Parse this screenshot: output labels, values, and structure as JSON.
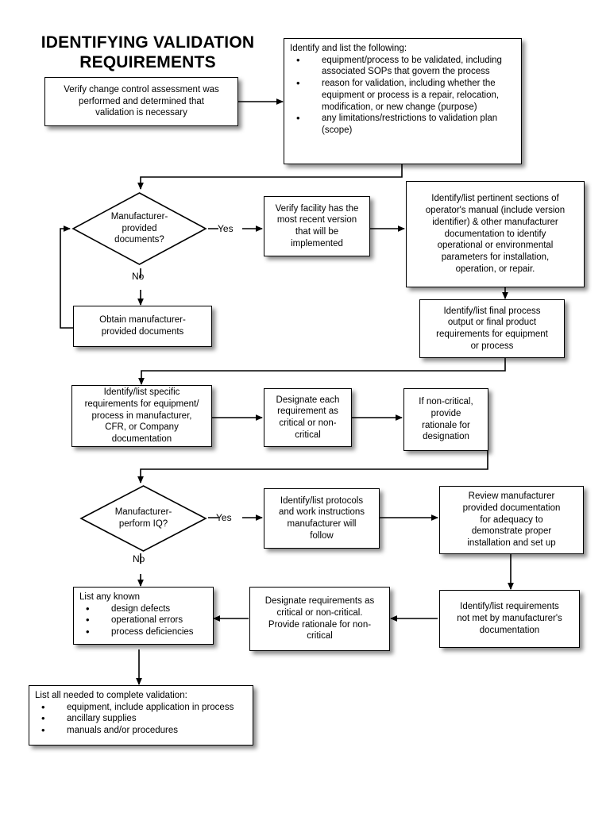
{
  "diagram": {
    "title": "IDENTIFYING VALIDATION\nREQUIREMENTS",
    "type": "flowchart",
    "colors": {
      "stroke": "#000000",
      "fill": "#ffffff",
      "shadow": "rgba(0,0,0,0.45)"
    }
  },
  "nodes": {
    "verify_change_control": "Verify change control assessment was\nperformed and determined that\nvalidation is necessary",
    "identify_and_list": {
      "lead": "Identify and list the following:",
      "bullets": [
        "equipment/process to be validated,\nincluding associated SOPs that govern the\nprocess",
        "reason for validation, including whether the\nequipment or process is a repair,\nrelocation, modification, or new change\n(purpose)",
        "any limitations/restrictions to validation plan\n(scope)"
      ]
    },
    "manufacturer_provided_documents": "Manufacturer-\nprovided\ndocuments?",
    "verify_facility": "Verify facility has the\nmost recent version\nthat will be\nimplemented",
    "identify_pertinent_sections": "Identify/list pertinent sections of\noperator's manual (include version\nidentifier) & other manufacturer\ndocumentation to identify\noperational or environmental\nparameters for installation,\noperation, or repair.",
    "obtain_manufacturer_documents": "Obtain manufacturer-\nprovided documents",
    "identify_final_process": "Identify/list final process\noutput or final product\nrequirements for equipment\nor process",
    "identify_specific_requirements": "Identify/list specific\nrequirements for equipment/\nprocess in manufacturer,\nCFR, or Company\ndocumentation",
    "designate_each_requirement": "Designate each\nrequirement as\ncritical or non-\ncritical",
    "if_non_critical": "If non-critical,\nprovide\nrationale for\ndesignation",
    "manufacturer_perform_iq": "Manufacturer-\nperform IQ?",
    "identify_protocols": "Identify/list protocols\nand work instructions\nmanufacturer will\nfollow",
    "review_manufacturer_documentation": "Review manufacturer\nprovided documentation\nfor adequacy to\ndemonstrate proper\ninstallation and set up",
    "list_any_known": {
      "lead": "List any known",
      "bullets": [
        "design defects",
        "operational errors",
        "process deficiencies"
      ]
    },
    "designate_requirements_as": "Designate requirements as\ncritical or non-critical.\nProvide rationale for non-\ncritical",
    "identify_requirements_not_met": "Identify/list requirements\nnot met by manufacturer's\ndocumentation",
    "list_all_needed": {
      "lead": "List all needed to complete validation:",
      "bullets": [
        "equipment, include application in process",
        "ancillary supplies",
        "manuals and/or procedures"
      ]
    }
  },
  "edge_labels": {
    "yes_documents": "Yes",
    "no_documents": "No",
    "yes_iq": "Yes",
    "no_iq": "No"
  }
}
